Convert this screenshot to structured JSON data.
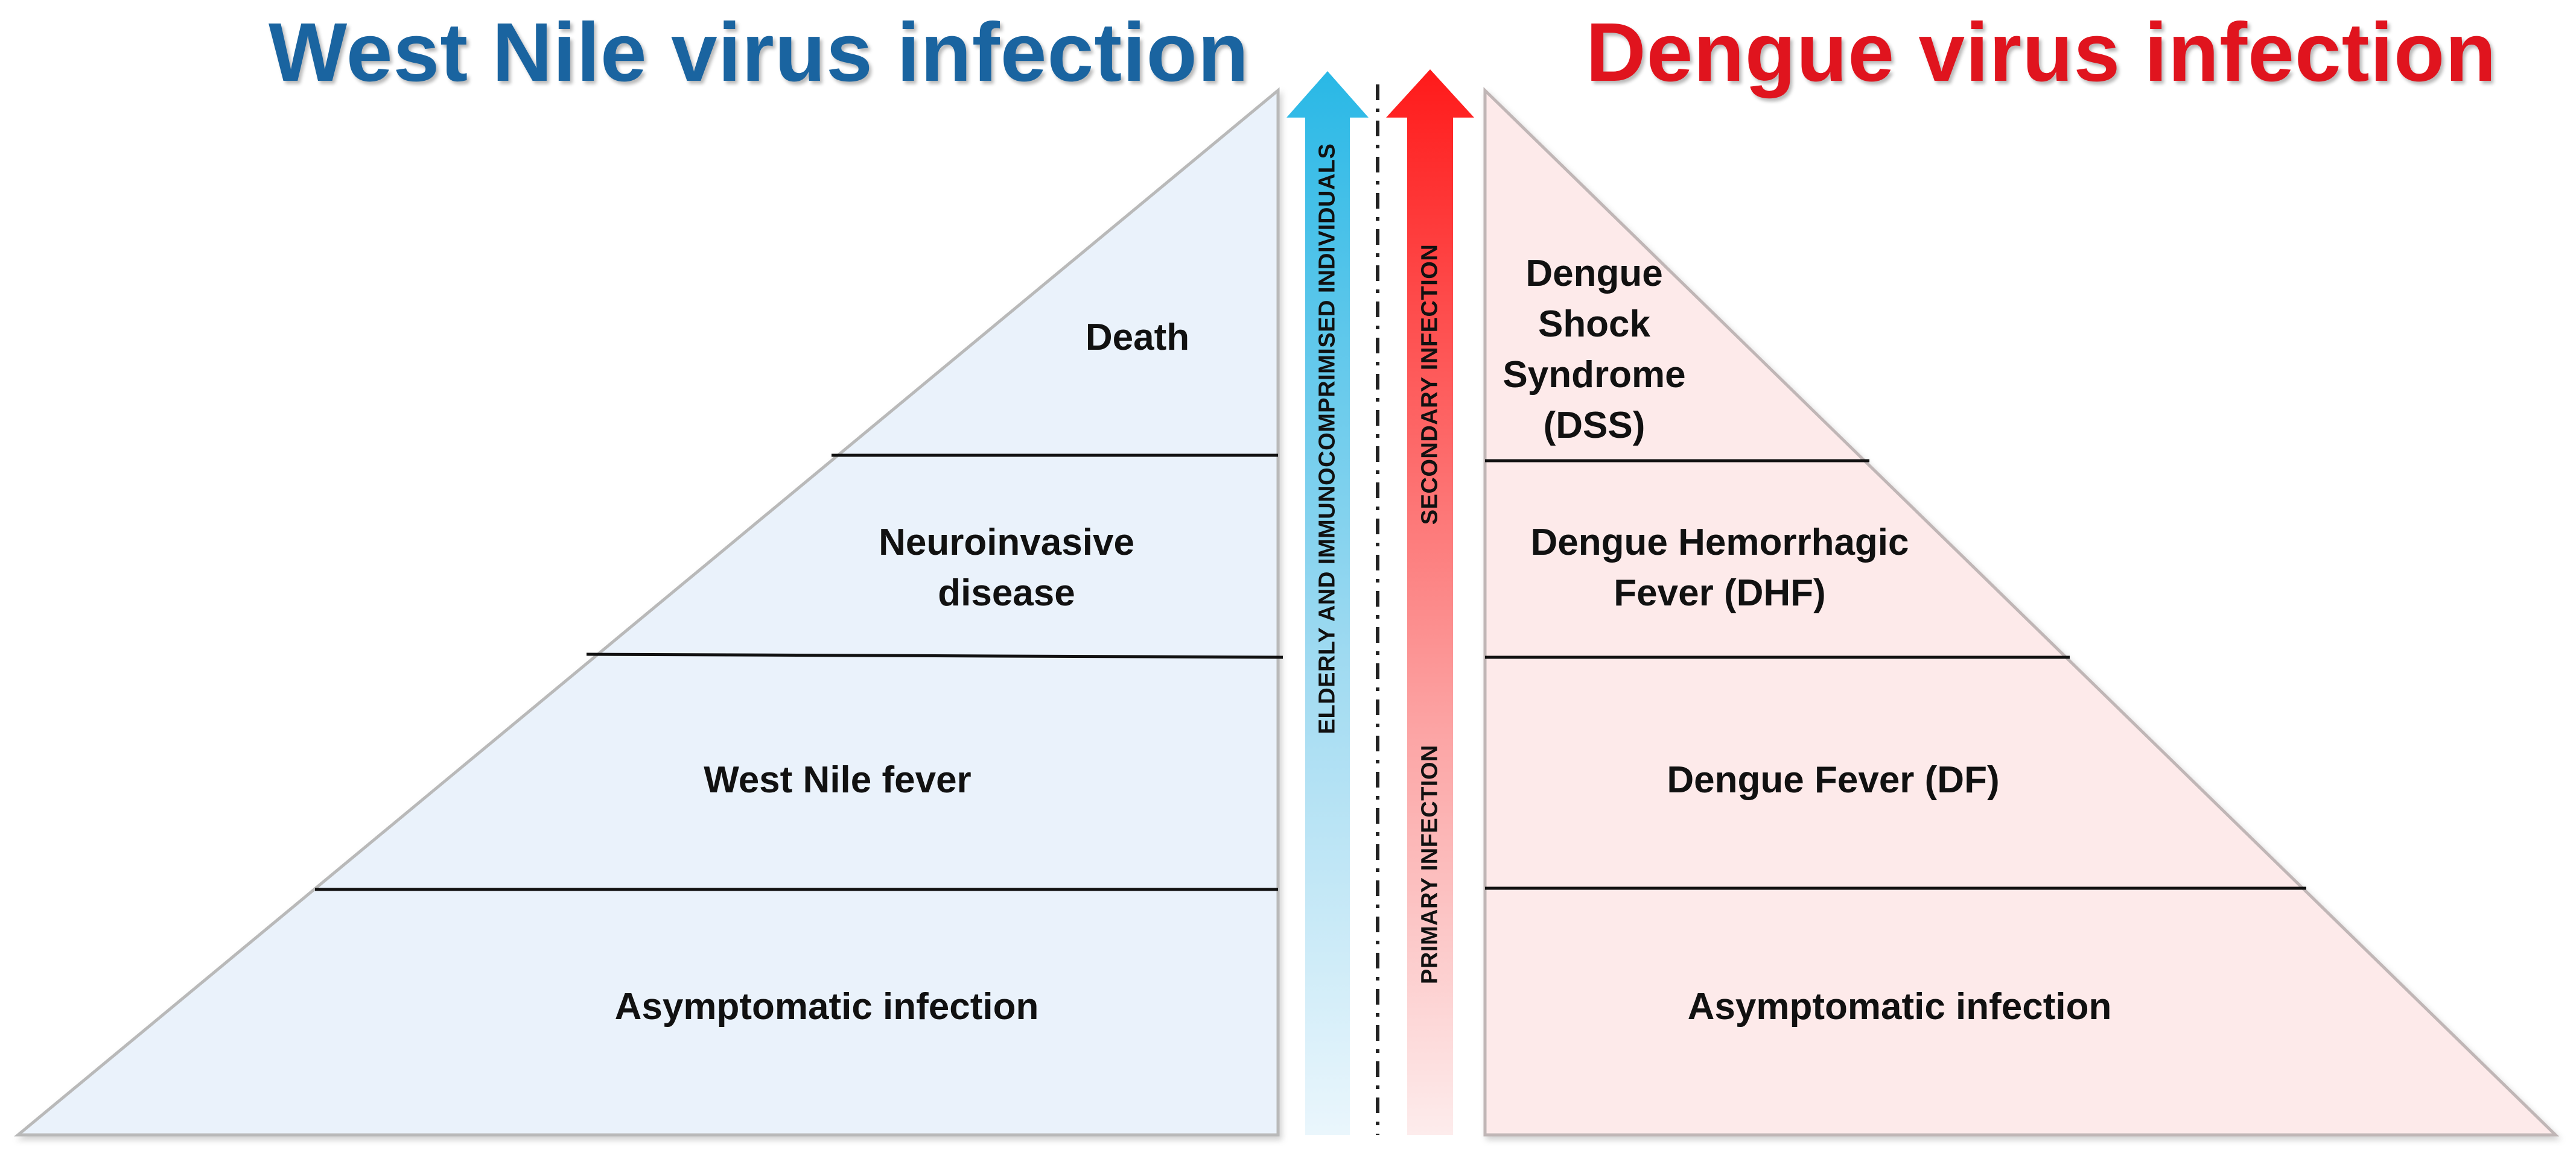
{
  "titles": {
    "left": "West Nile virus infection",
    "right": "Dengue virus infection"
  },
  "colors": {
    "left_title": "#1a64a0",
    "right_title": "#e0141e",
    "left_pyramid_fill": "#eaf2fb",
    "right_pyramid_fill": "#fdeaea",
    "left_arrow_top": "#29b8e6",
    "right_arrow_top": "#ff1a1a"
  },
  "west_nile": {
    "levels": [
      {
        "label": "Death"
      },
      {
        "label": "Neuroinvasive\ndisease"
      },
      {
        "label": "West Nile fever"
      },
      {
        "label": "Asymptomatic infection"
      }
    ]
  },
  "dengue": {
    "levels": [
      {
        "label": "Dengue\nShock\nSyndrome\n(DSS)"
      },
      {
        "label": "Dengue Hemorrhagic\nFever (DHF)"
      },
      {
        "label": "Dengue Fever (DF)"
      },
      {
        "label": "Asymptomatic infection"
      }
    ]
  },
  "arrows": {
    "left_label": "ELDERLY AND IMMUNOCOMPRIMISED INDIVIDUALS",
    "right_upper_label": "SECONDARY INFECTION",
    "right_lower_label": "PRIMARY INFECTION"
  },
  "icons": {
    "left_arrow": "up-arrow-icon",
    "right_arrow": "up-arrow-icon"
  }
}
